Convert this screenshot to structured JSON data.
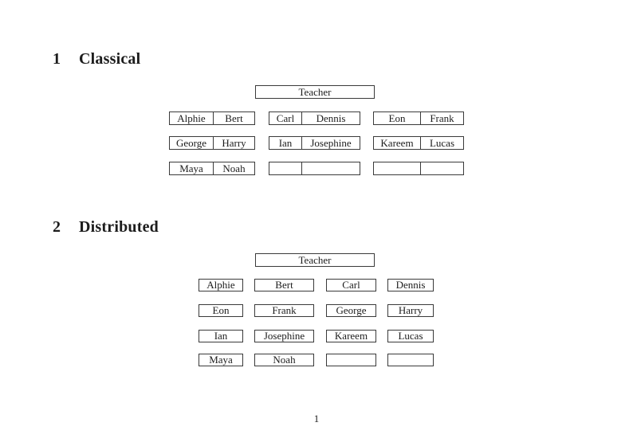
{
  "colors": {
    "background": "#ffffff",
    "ink": "#1c1c1c",
    "border": "#3a3a3a"
  },
  "page": {
    "number": "1"
  },
  "classical": {
    "heading_number": "1",
    "heading_title": "Classical",
    "teacher": "Teacher",
    "rows": [
      {
        "tables": [
          {
            "left": "Alphie",
            "right": "Bert"
          },
          {
            "left": "Carl",
            "right": "Dennis"
          },
          {
            "left": "Eon",
            "right": "Frank"
          }
        ]
      },
      {
        "tables": [
          {
            "left": "George",
            "right": "Harry"
          },
          {
            "left": "Ian",
            "right": "Josephine"
          },
          {
            "left": "Kareem",
            "right": "Lucas"
          }
        ]
      },
      {
        "tables": [
          {
            "left": "Maya",
            "right": "Noah"
          },
          {
            "left": "",
            "right": ""
          },
          {
            "left": "",
            "right": ""
          }
        ]
      }
    ]
  },
  "distributed": {
    "heading_number": "2",
    "heading_title": "Distributed",
    "teacher": "Teacher",
    "rows": [
      {
        "desks": [
          "Alphie",
          "Bert",
          "Carl",
          "Dennis"
        ]
      },
      {
        "desks": [
          "Eon",
          "Frank",
          "George",
          "Harry"
        ]
      },
      {
        "desks": [
          "Ian",
          "Josephine",
          "Kareem",
          "Lucas"
        ]
      },
      {
        "desks": [
          "Maya",
          "Noah",
          "",
          ""
        ]
      }
    ]
  }
}
